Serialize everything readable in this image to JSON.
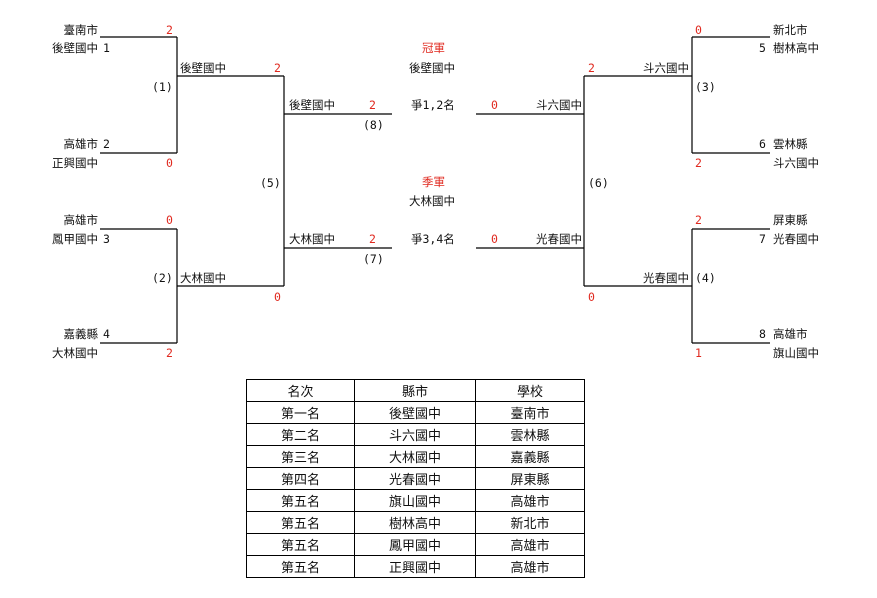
{
  "left": {
    "entries": [
      {
        "region": "臺南市",
        "school": "後壁國中",
        "seed": "1",
        "score": "2"
      },
      {
        "region": "高雄市",
        "school": "正興國中",
        "seed": "2",
        "score": "0"
      },
      {
        "region": "高雄市",
        "school": "鳳甲國中",
        "seed": "3",
        "score": "0"
      },
      {
        "region": "嘉義縣",
        "school": "大林國中",
        "seed": "4",
        "score": "2"
      }
    ],
    "game1": {
      "label": "(1)",
      "winner": "後壁國中",
      "score": "2"
    },
    "game2": {
      "label": "(2)",
      "winner": "大林國中",
      "score": "0"
    },
    "game5": {
      "label": "(5)"
    },
    "semi1": {
      "winner": "後壁國中",
      "score": "2",
      "label": "(8)"
    },
    "semi2": {
      "winner": "大林國中",
      "score": "2",
      "label": "(7)"
    }
  },
  "right": {
    "entries": [
      {
        "region": "新北市",
        "school": "樹林高中",
        "seed": "5",
        "score": "0"
      },
      {
        "region": "雲林縣",
        "school": "斗六國中",
        "seed": "6",
        "score": "2"
      },
      {
        "region": "屏東縣",
        "school": "光春國中",
        "seed": "7",
        "score": "2"
      },
      {
        "region": "高雄市",
        "school": "旗山國中",
        "seed": "8",
        "score": "1"
      }
    ],
    "game3": {
      "label": "(3)",
      "winner": "斗六國中",
      "score": "2"
    },
    "game4": {
      "label": "(4)",
      "winner": "光春國中",
      "score": "0"
    },
    "game6": {
      "label": "(6)"
    },
    "semi1": {
      "winner": "斗六國中",
      "score": "0"
    },
    "semi2": {
      "winner": "光春國中",
      "score": "0"
    }
  },
  "center": {
    "champion_title": "冠軍",
    "champion": "後壁國中",
    "final_label": "爭1,2名",
    "third_title": "季軍",
    "third": "大林國中",
    "third_label": "爭3,4名"
  },
  "results": {
    "headers": [
      "名次",
      "縣市",
      "學校"
    ],
    "rows": [
      [
        "第一名",
        "後壁國中",
        "臺南市"
      ],
      [
        "第二名",
        "斗六國中",
        "雲林縣"
      ],
      [
        "第三名",
        "大林國中",
        "嘉義縣"
      ],
      [
        "第四名",
        "光春國中",
        "屏東縣"
      ],
      [
        "第五名",
        "旗山國中",
        "高雄市"
      ],
      [
        "第五名",
        "樹林高中",
        "新北市"
      ],
      [
        "第五名",
        "鳳甲國中",
        "高雄市"
      ],
      [
        "第五名",
        "正興國中",
        "高雄市"
      ]
    ]
  },
  "colors": {
    "score": "#e0291f",
    "line": "#000000"
  }
}
